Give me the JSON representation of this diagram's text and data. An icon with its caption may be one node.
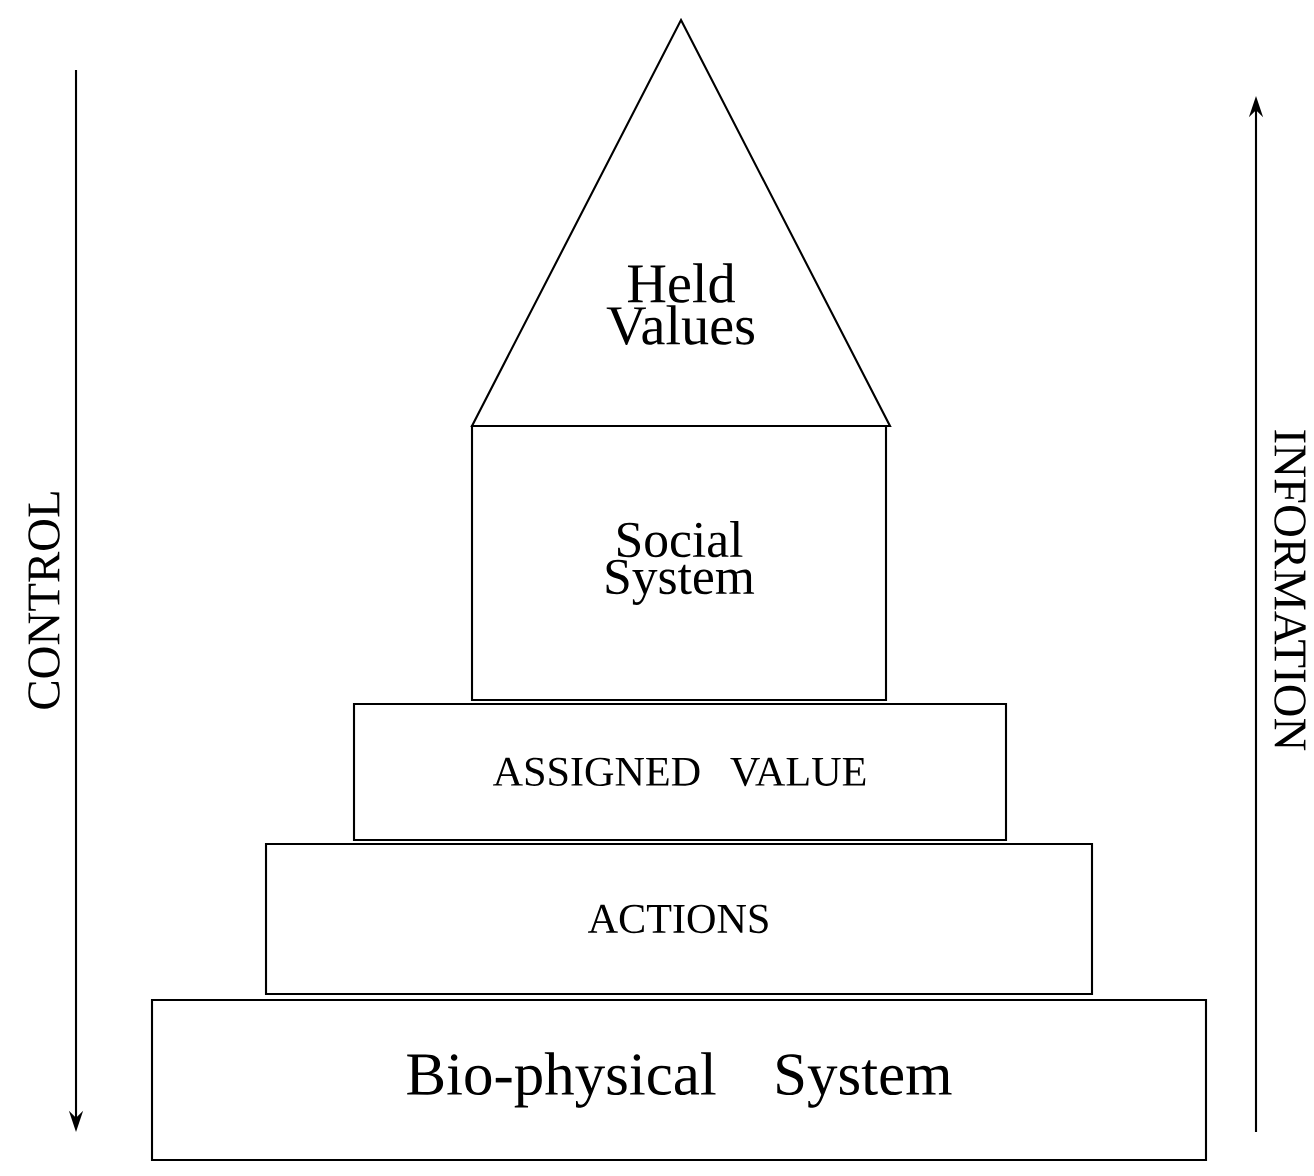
{
  "diagram": {
    "nodes": [
      {
        "text": [
          "Held Values"
        ]
      },
      {
        "text": [
          "Social System"
        ]
      },
      {
        "text": [
          "ASSIGNED VALUE"
        ]
      },
      {
        "text": [
          "ACTIONS"
        ]
      },
      {
        "text": [
          "Bio-physical System"
        ]
      }
    ],
    "labels": [
      "CONTROL",
      "INFORMATION"
    ]
  }
}
